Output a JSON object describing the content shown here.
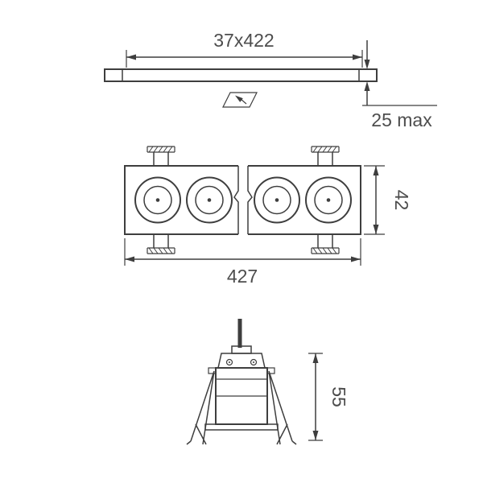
{
  "colors": {
    "line": "#3e3e3e",
    "text": "#4d4d4d",
    "background": "#ffffff"
  },
  "views": {
    "profile": {
      "width": "37x422",
      "depth": "25 max"
    },
    "plan": {
      "length": "427",
      "height": "42"
    },
    "section": {
      "height": "55"
    }
  }
}
